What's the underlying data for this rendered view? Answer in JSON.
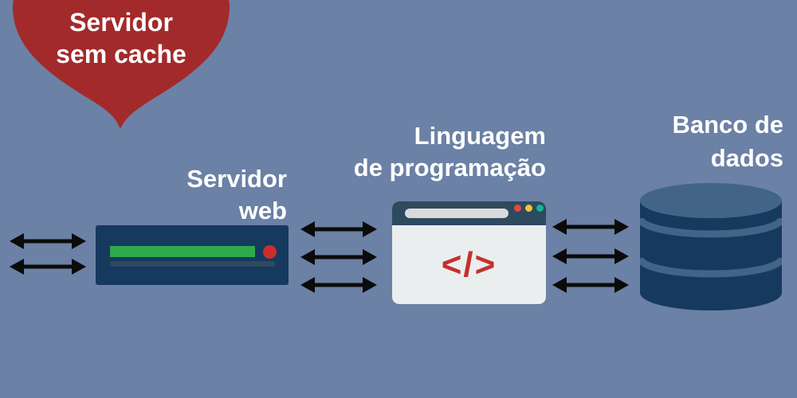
{
  "canvas": {
    "background_color": "#6b81a5"
  },
  "badge": {
    "line1": "Servidor",
    "line2": "sem cache",
    "shape": "speech-balloon",
    "color": "#a32a2b",
    "text_color": "#ffffff"
  },
  "web_server": {
    "label_line1": "Servidor",
    "label_line2": "web",
    "body_color": "#16395e",
    "activity_bar_color": "#2caa4c",
    "led_color": "#cf2d2b",
    "slot_color": "#2e4a5f"
  },
  "language": {
    "label_line1": "Linguagem",
    "label_line2": "de programação",
    "code_glyph": "</>",
    "glyph_color": "#c5302c",
    "header_color": "#2e4a5f",
    "body_color": "#ebeeee",
    "address_bar_color": "#d9dadb",
    "dot_colors": [
      "#e8483f",
      "#f2c239",
      "#13b798"
    ]
  },
  "database": {
    "label_line1": "Banco de",
    "label_line2": "dados",
    "body_color": "#16395e",
    "top_color": "#426487"
  },
  "arrows": {
    "color": "#0b0b0b",
    "style": "double-headed",
    "groups": [
      {
        "name": "client-to-web-server",
        "count": 2
      },
      {
        "name": "web-server-to-language",
        "count": 3
      },
      {
        "name": "language-to-database",
        "count": 3
      }
    ]
  }
}
